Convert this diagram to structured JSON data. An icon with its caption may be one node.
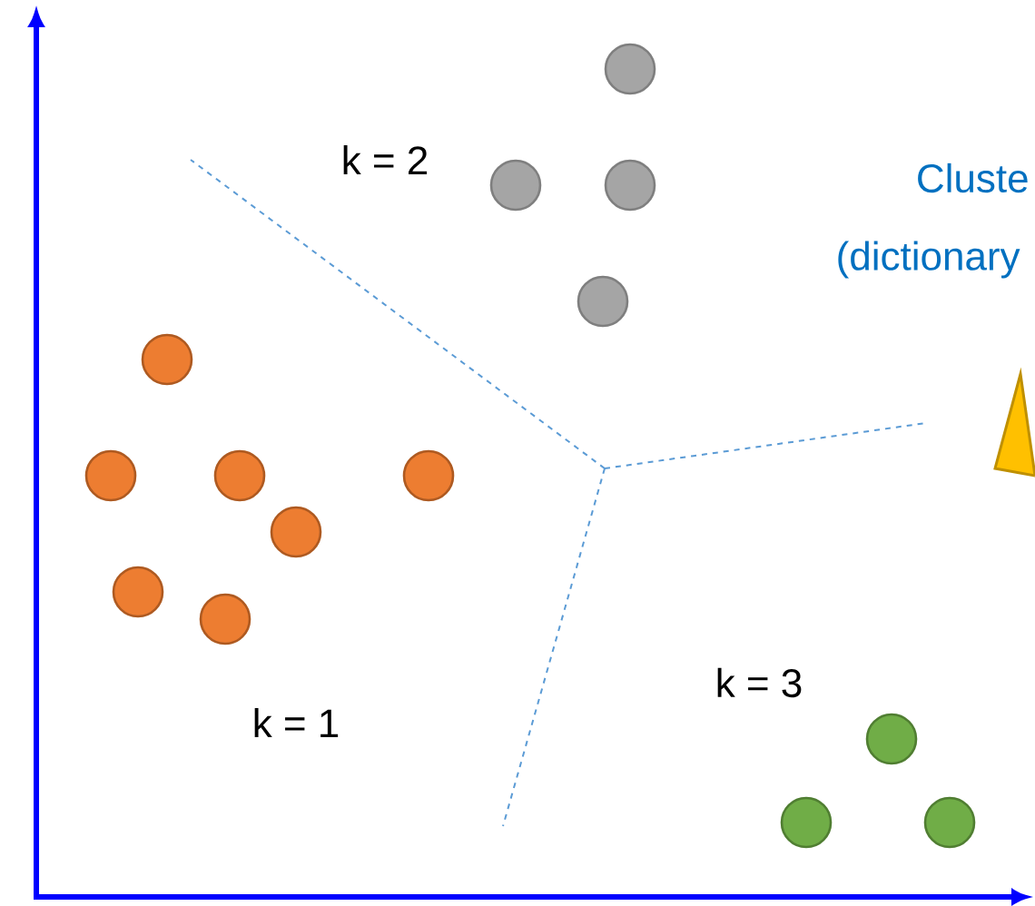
{
  "diagram": {
    "labels": [
      "k = 2",
      "Cluste",
      "(dictionary",
      "k = 1",
      "k = 3"
    ]
  }
}
